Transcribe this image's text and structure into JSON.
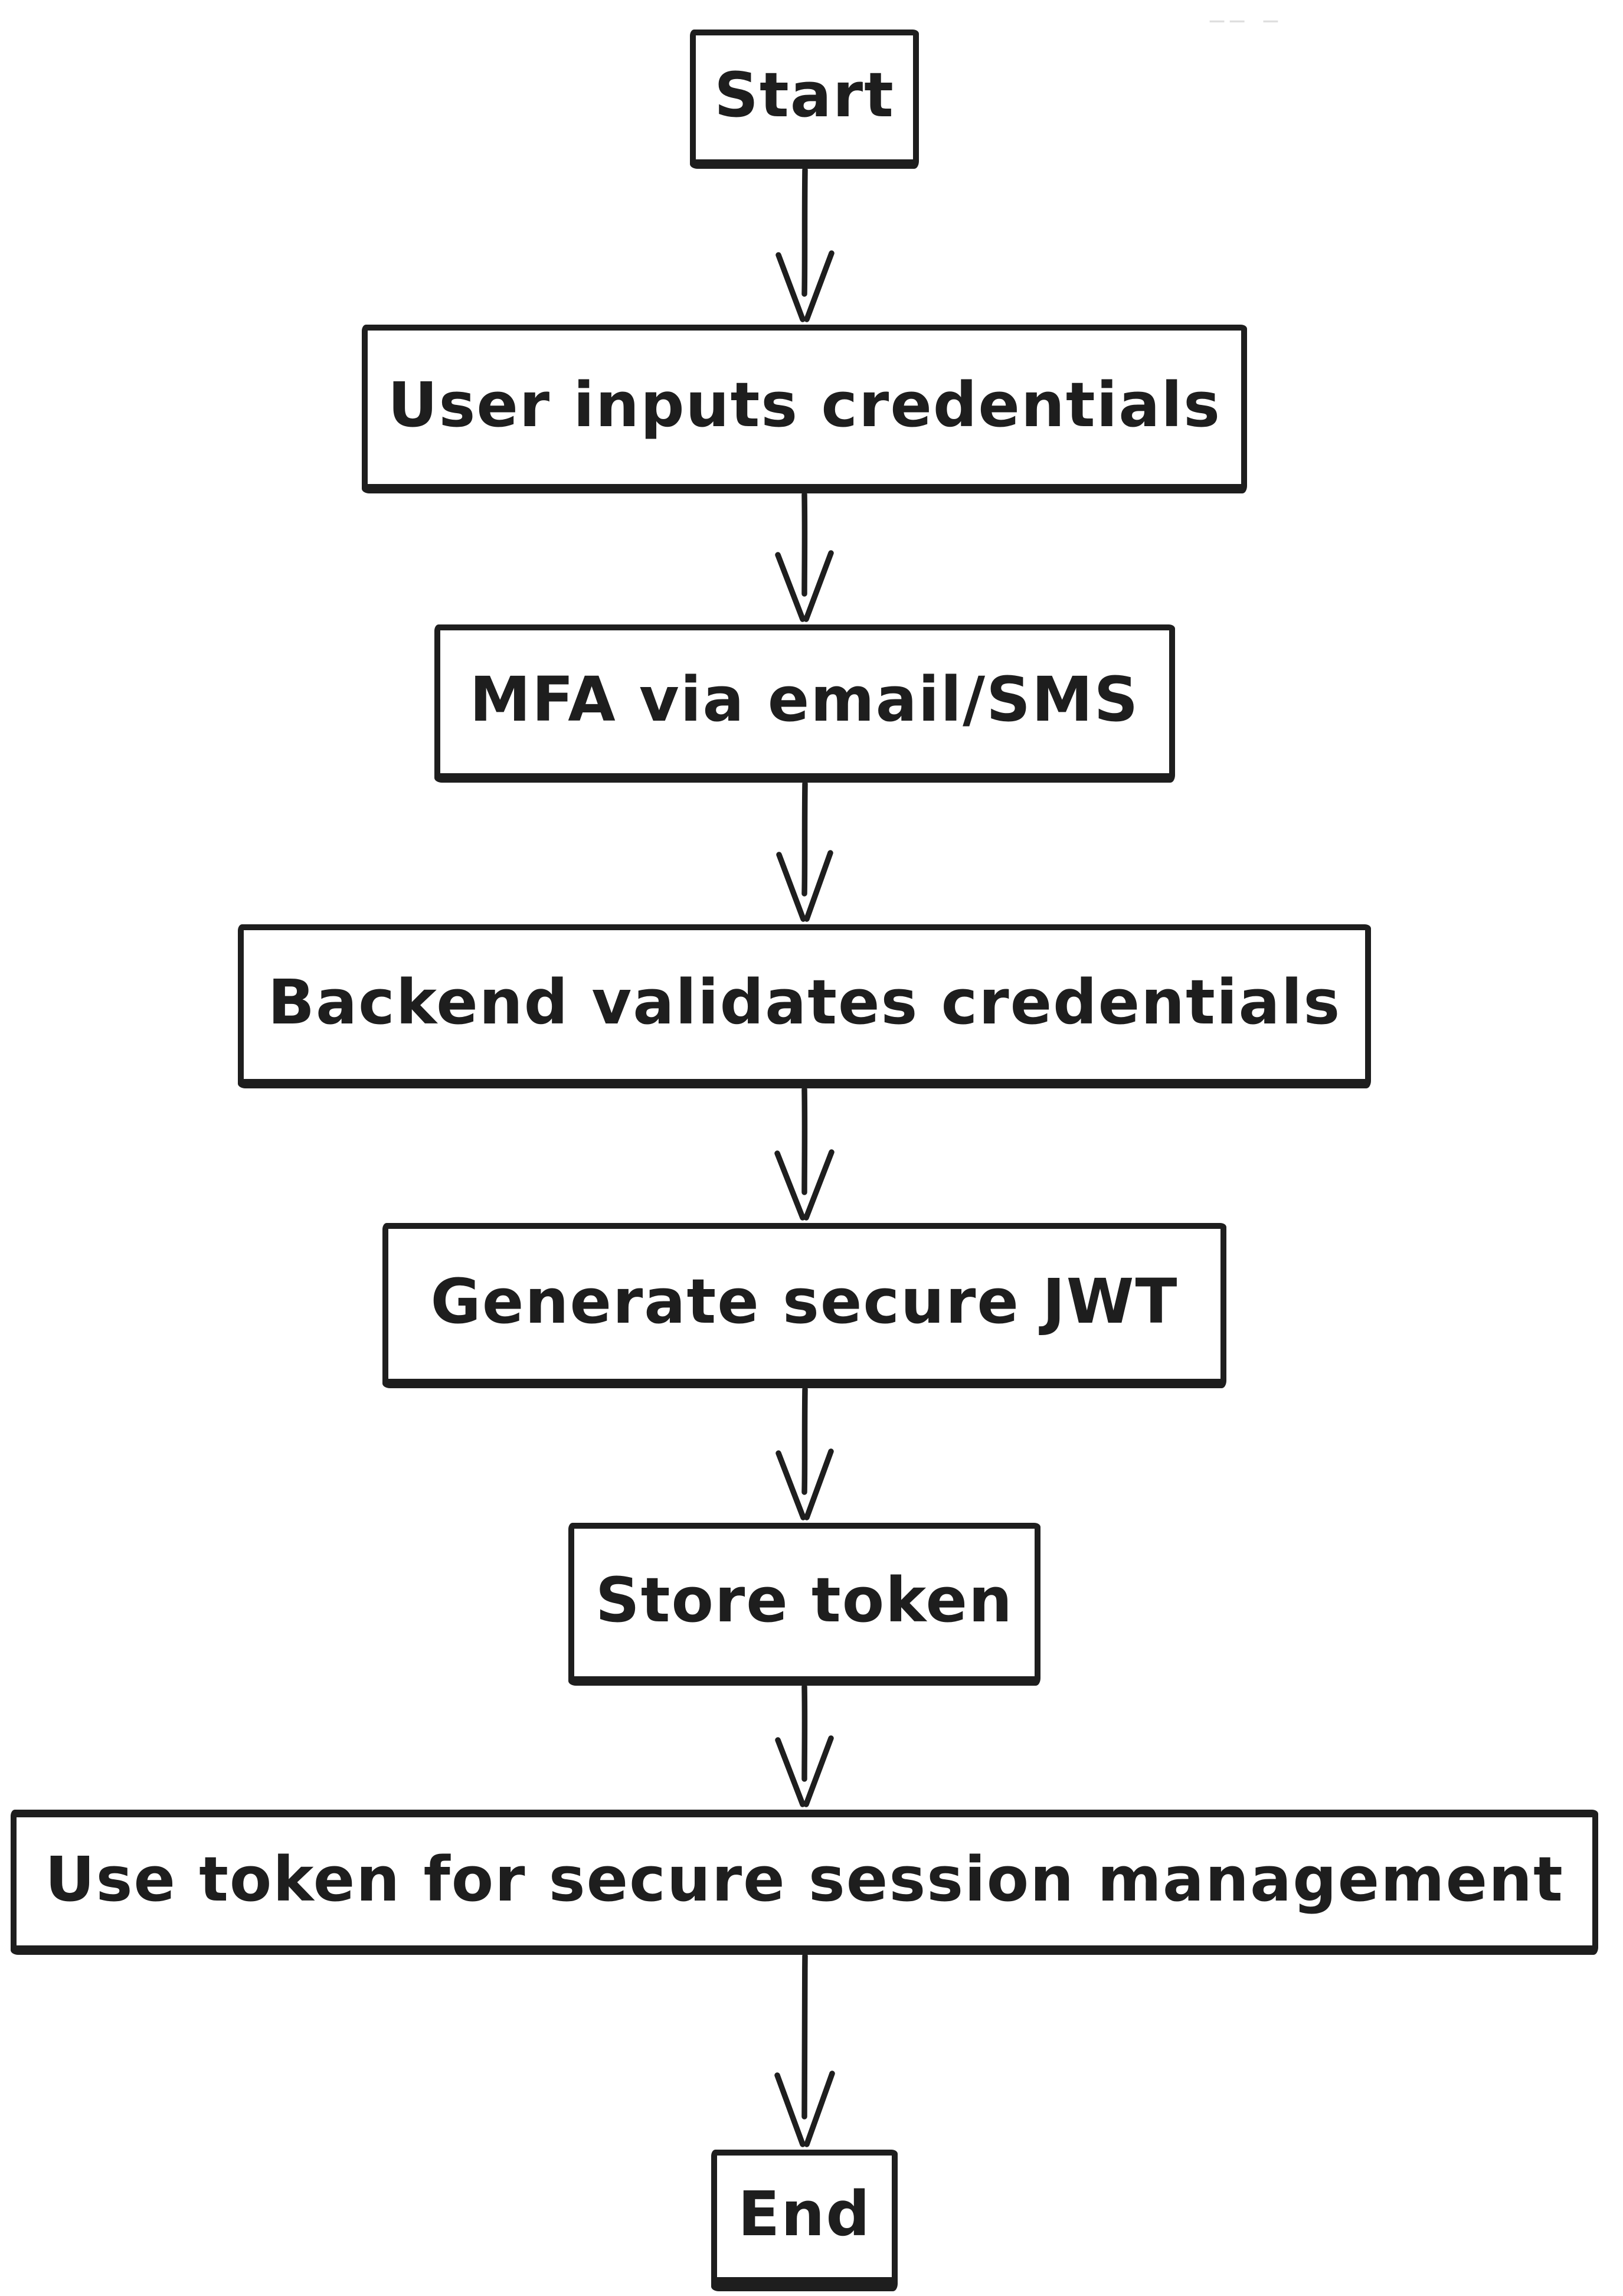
{
  "diagram": {
    "type": "flowchart",
    "style": "hand-drawn",
    "orientation": "top-to-bottom",
    "colors": {
      "stroke": "#1e1e1e",
      "node_fill": "#ffffff",
      "background": "#ffffff"
    },
    "nodes": [
      {
        "id": "start",
        "label": "Start",
        "shape": "rectangle",
        "role": "start-terminator"
      },
      {
        "id": "user-inputs-credentials",
        "label": "User inputs credentials",
        "shape": "rectangle",
        "role": "process"
      },
      {
        "id": "mfa-via-email-sms",
        "label": "MFA via email/SMS",
        "shape": "rectangle",
        "role": "process"
      },
      {
        "id": "backend-validates-credentials",
        "label": "Backend validates credentials",
        "shape": "rectangle",
        "role": "process"
      },
      {
        "id": "generate-secure-jwt",
        "label": "Generate secure JWT",
        "shape": "rectangle",
        "role": "process"
      },
      {
        "id": "store-token",
        "label": "Store token",
        "shape": "rectangle",
        "role": "process"
      },
      {
        "id": "use-token-secure-session",
        "label": "Use token for secure session management",
        "shape": "rectangle",
        "role": "process"
      },
      {
        "id": "end",
        "label": "End",
        "shape": "rectangle",
        "role": "end-terminator"
      }
    ],
    "edges": [
      {
        "from": "start",
        "to": "user-inputs-credentials",
        "style": "arrow-down"
      },
      {
        "from": "user-inputs-credentials",
        "to": "mfa-via-email-sms",
        "style": "arrow-down"
      },
      {
        "from": "mfa-via-email-sms",
        "to": "backend-validates-credentials",
        "style": "arrow-down"
      },
      {
        "from": "backend-validates-credentials",
        "to": "generate-secure-jwt",
        "style": "arrow-down"
      },
      {
        "from": "generate-secure-jwt",
        "to": "store-token",
        "style": "arrow-down"
      },
      {
        "from": "store-token",
        "to": "use-token-secure-session",
        "style": "arrow-down"
      },
      {
        "from": "use-token-secure-session",
        "to": "end",
        "style": "arrow-down"
      }
    ]
  }
}
